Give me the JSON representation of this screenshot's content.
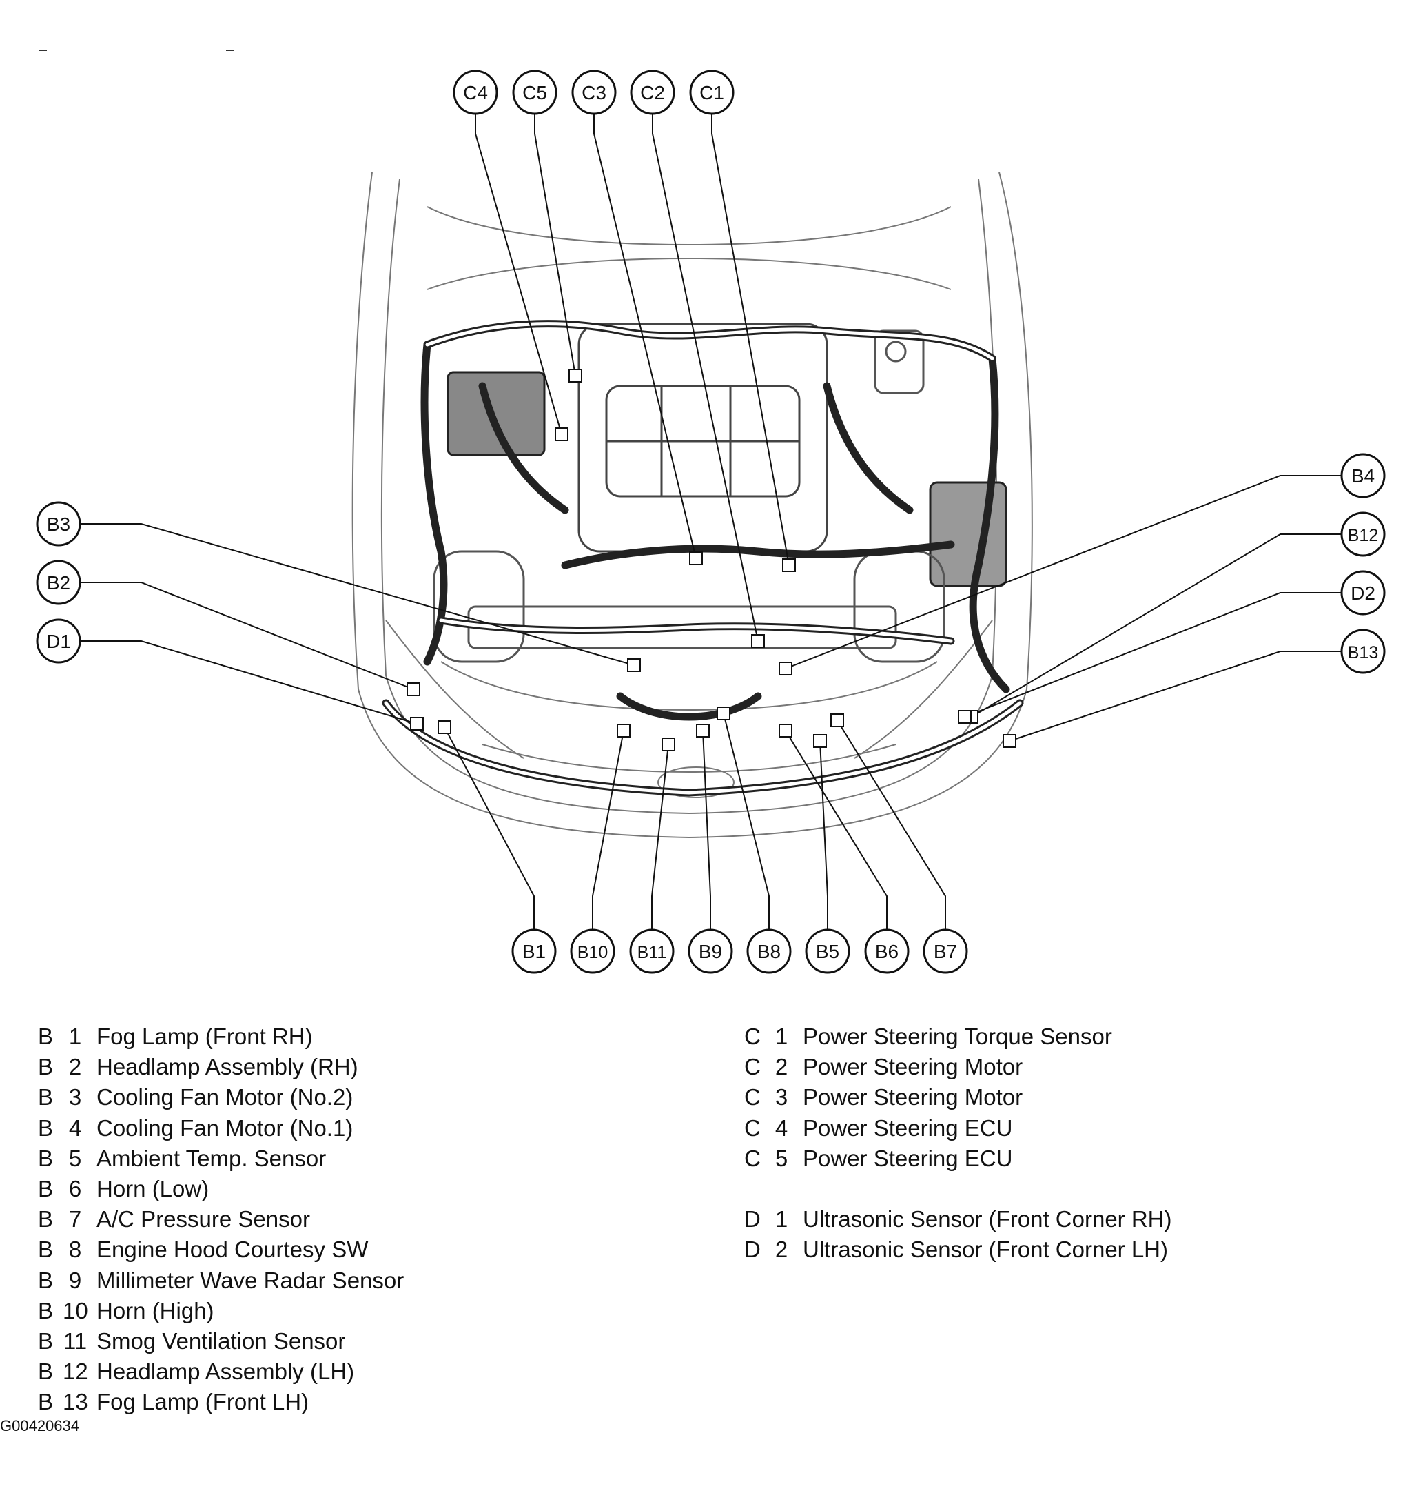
{
  "figure_code": "G00420634",
  "callouts": {
    "top": [
      "C4",
      "C5",
      "C3",
      "C2",
      "C1"
    ],
    "left": [
      "B3",
      "B2",
      "D1"
    ],
    "right": [
      "B4",
      "B12",
      "D2",
      "B13"
    ],
    "bottom": [
      "B1",
      "B10",
      "B11",
      "B9",
      "B8",
      "B5",
      "B6",
      "B7"
    ]
  },
  "legend_b": [
    {
      "letter": "B",
      "num": "1",
      "desc": "Fog Lamp (Front RH)"
    },
    {
      "letter": "B",
      "num": "2",
      "desc": "Headlamp Assembly (RH)"
    },
    {
      "letter": "B",
      "num": "3",
      "desc": "Cooling Fan Motor (No.2)"
    },
    {
      "letter": "B",
      "num": "4",
      "desc": "Cooling Fan Motor (No.1)"
    },
    {
      "letter": "B",
      "num": "5",
      "desc": "Ambient Temp. Sensor"
    },
    {
      "letter": "B",
      "num": "6",
      "desc": "Horn (Low)"
    },
    {
      "letter": "B",
      "num": "7",
      "desc": "A/C Pressure Sensor"
    },
    {
      "letter": "B",
      "num": "8",
      "desc": "Engine Hood Courtesy SW"
    },
    {
      "letter": "B",
      "num": "9",
      "desc": "Millimeter Wave Radar Sensor"
    },
    {
      "letter": "B",
      "num": "10",
      "desc": "Horn (High)"
    },
    {
      "letter": "B",
      "num": "11",
      "desc": "Smog Ventilation Sensor"
    },
    {
      "letter": "B",
      "num": "12",
      "desc": "Headlamp Assembly (LH)"
    },
    {
      "letter": "B",
      "num": "13",
      "desc": "Fog Lamp (Front LH)"
    }
  ],
  "legend_c": [
    {
      "letter": "C",
      "num": "1",
      "desc": "Power Steering Torque Sensor"
    },
    {
      "letter": "C",
      "num": "2",
      "desc": "Power Steering Motor"
    },
    {
      "letter": "C",
      "num": "3",
      "desc": "Power Steering Motor"
    },
    {
      "letter": "C",
      "num": "4",
      "desc": "Power Steering ECU"
    },
    {
      "letter": "C",
      "num": "5",
      "desc": "Power Steering ECU"
    }
  ],
  "legend_d": [
    {
      "letter": "D",
      "num": "1",
      "desc": "Ultrasonic Sensor (Front Corner RH)"
    },
    {
      "letter": "D",
      "num": "2",
      "desc": "Ultrasonic Sensor (Front Corner LH)"
    }
  ]
}
